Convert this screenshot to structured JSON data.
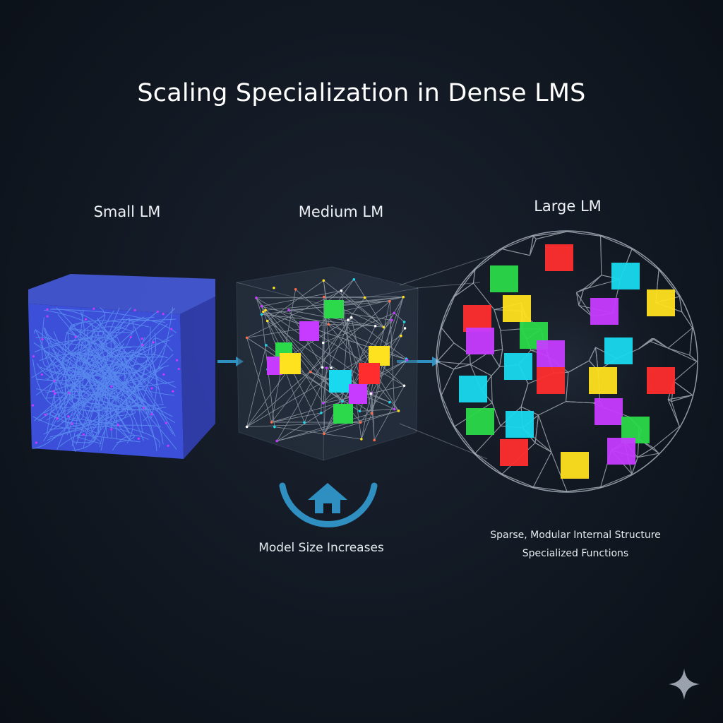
{
  "title": "Scaling Specialization in Dense LMS",
  "stages": {
    "small": "Small LM",
    "medium": "Medium LM",
    "large": "Large LM"
  },
  "growth_caption": "Model Size Increases",
  "large_notes": {
    "line1": "Sparse, Modular Internal Structure",
    "line2": "Specialized Functions"
  },
  "icons": {
    "growth": "house-up-arrow-icon",
    "watermark": "sparkle-icon"
  },
  "colors": {
    "background": "#111822",
    "small_cube": "#3b4fd8",
    "accent": "#2f8fc0",
    "module_colors": [
      "#ff2d2d",
      "#2bd94a",
      "#ffe21f",
      "#c63bff",
      "#19d9ee"
    ]
  }
}
